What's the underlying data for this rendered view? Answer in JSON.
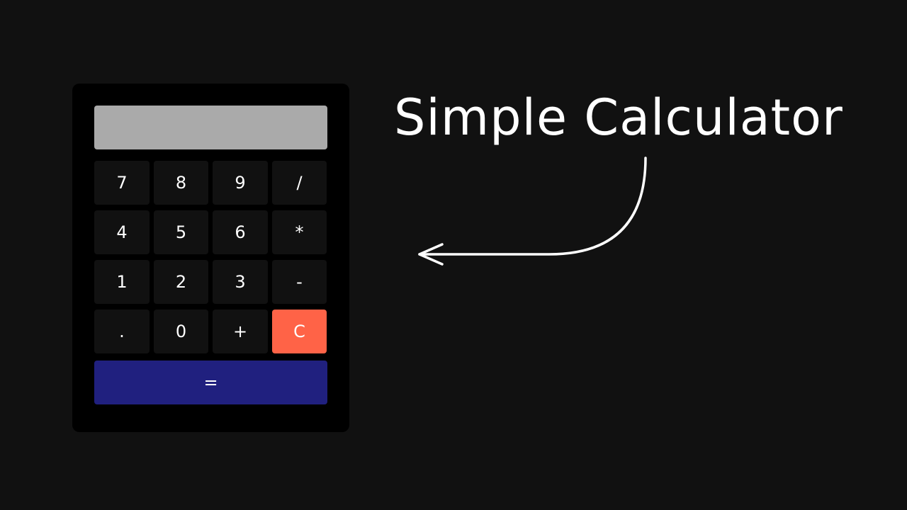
{
  "headline": "Simple Calculator",
  "display": {
    "value": ""
  },
  "keys": [
    {
      "label": "7",
      "name": "key-7"
    },
    {
      "label": "8",
      "name": "key-8"
    },
    {
      "label": "9",
      "name": "key-9"
    },
    {
      "label": "/",
      "name": "key-divide"
    },
    {
      "label": "4",
      "name": "key-4"
    },
    {
      "label": "5",
      "name": "key-5"
    },
    {
      "label": "6",
      "name": "key-6"
    },
    {
      "label": "*",
      "name": "key-multiply"
    },
    {
      "label": "1",
      "name": "key-1"
    },
    {
      "label": "2",
      "name": "key-2"
    },
    {
      "label": "3",
      "name": "key-3"
    },
    {
      "label": "-",
      "name": "key-subtract"
    },
    {
      "label": ".",
      "name": "key-decimal"
    },
    {
      "label": "0",
      "name": "key-0"
    },
    {
      "label": "+",
      "name": "key-add"
    },
    {
      "label": "C",
      "name": "clear-button"
    }
  ],
  "equals_label": "=",
  "colors": {
    "background": "#111111",
    "calculator_body": "#000000",
    "display": "#aaaaaa",
    "key": "#111111",
    "clear": "#ff6347",
    "equals": "#20207f",
    "text": "#ffffff"
  },
  "icons": {
    "pointer": "curved-arrow-left-icon"
  }
}
